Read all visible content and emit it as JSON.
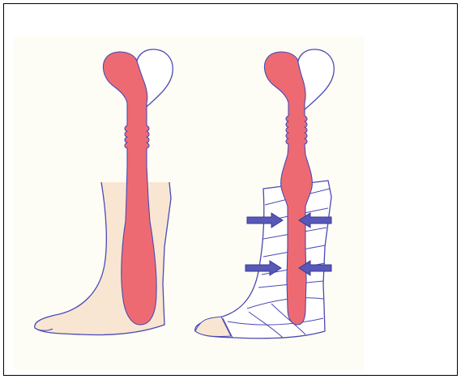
{
  "figure": {
    "panels": [
      {
        "id": "left",
        "state": "unbandaged"
      },
      {
        "id": "right",
        "state": "bandaged",
        "arrow_count": 4
      }
    ],
    "colors": {
      "panel_background": "#fdfdf6",
      "skin_fill": "#f8e6d2",
      "outline": "#4a4ab4",
      "vessel_fill": "#ee6a72",
      "bandage_fill": "#ffffff",
      "arrow_fill": "#5858b8"
    }
  }
}
